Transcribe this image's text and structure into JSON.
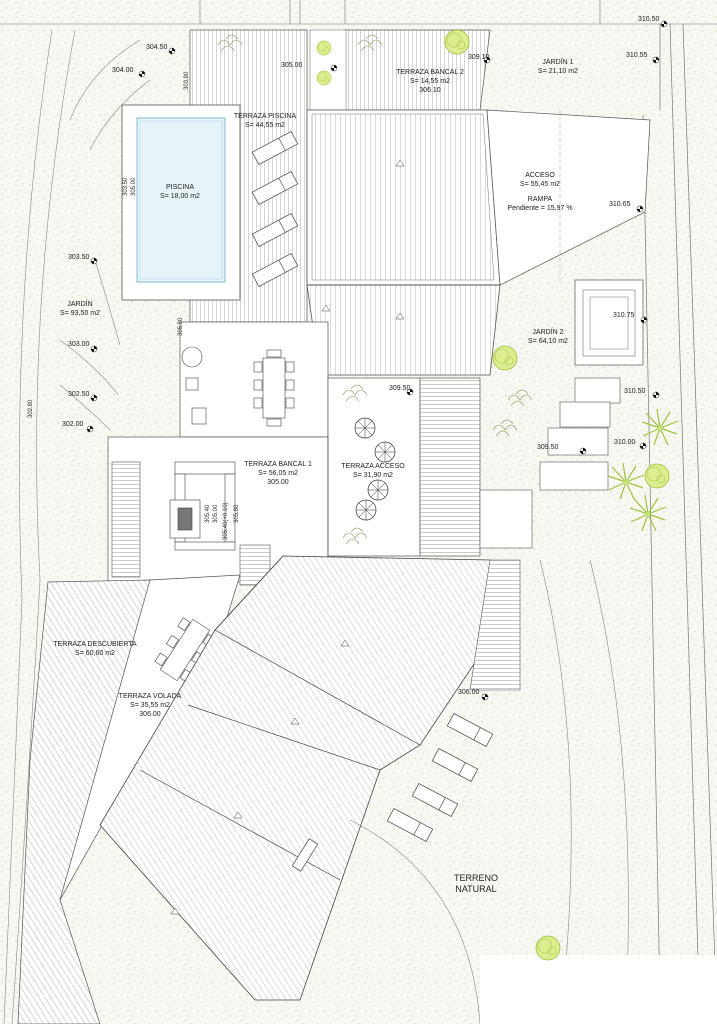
{
  "spaces": [
    {
      "id": "terraza-bancal-2",
      "title": "TERRAZA BANCAL 2",
      "area": "S= 14,55 m2",
      "elev": "306.10"
    },
    {
      "id": "jardin-1",
      "title": "JARDÍN 1",
      "area": "S= 21,10 m2"
    },
    {
      "id": "terraza-piscina",
      "title": "TERRAZA PISCINA",
      "area": "S= 44,55 m2"
    },
    {
      "id": "piscina",
      "title": "PISCINA",
      "area": "S= 18,00 m2"
    },
    {
      "id": "acceso",
      "title": "ACCESO",
      "area": "S= 55,45 m2",
      "extra": "RAMPA",
      "extra2": "Pendiente = 15,97 %"
    },
    {
      "id": "jardin",
      "title": "JARDÍN",
      "area": "S= 93,50 m2"
    },
    {
      "id": "jardin-2",
      "title": "JARDÍN 2",
      "area": "S= 64,10 m2"
    },
    {
      "id": "terraza-bancal-1",
      "title": "TERRAZA BANCAL 1",
      "area": "S= 56,05 m2",
      "elev": "305.00"
    },
    {
      "id": "terraza-acceso",
      "title": "TERRAZA ACCESO",
      "area": "S= 31,90 m2"
    },
    {
      "id": "terraza-descubierta",
      "title": "TERRAZA DESCUBIERTA",
      "area": "S= 60,60 m2"
    },
    {
      "id": "terraza-volada",
      "title": "TERRAZA VOLADA",
      "area": "S= 35,55 m2",
      "elev": "306.00"
    },
    {
      "id": "terreno-natural",
      "title": "TERRENO",
      "area": "NATURAL"
    }
  ],
  "elevations": [
    "304.50",
    "304.00",
    "305.00",
    "309.10",
    "310.50",
    "310.55",
    "310.65",
    "303.50",
    "303.00",
    "302.50",
    "302.00",
    "310.75",
    "309.50",
    "310.50",
    "309.50",
    "310.00",
    "306.00"
  ],
  "vertical_dims": [
    "303.80",
    "303.50",
    "305.00",
    "305.80",
    "302.80",
    "305.40",
    "305.00",
    "305.40(+0.10)",
    "305.80"
  ],
  "colors": {
    "line": "#555555",
    "garden": "#f5f7f0",
    "deck": "#ffffff",
    "pool": "#e6f4fa",
    "tree": "#d9ec8a",
    "tree_dark": "#a9cc45"
  }
}
